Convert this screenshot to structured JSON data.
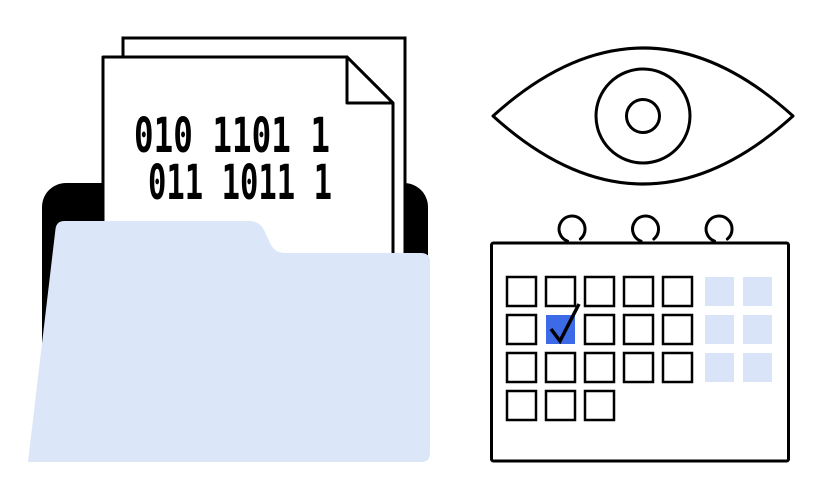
{
  "colors": {
    "outline": "#000000",
    "folder_back": "#000000",
    "folder_front": "#dbe6f9",
    "paper": "#ffffff",
    "calendar_highlight": "#3d6be8",
    "calendar_muted": "#d9e4f8"
  },
  "icons": [
    "folder-icon",
    "document-icon",
    "eye-icon",
    "calendar-icon",
    "checkmark-icon",
    "binder-ring-icon"
  ],
  "document": {
    "binary_lines": [
      "010 1101 1",
      "011 1011 1"
    ]
  },
  "calendar": {
    "grid": [
      [
        "normal",
        "normal",
        "normal",
        "normal",
        "normal",
        "muted",
        "muted"
      ],
      [
        "normal",
        "checked",
        "normal",
        "normal",
        "normal",
        "muted",
        "muted"
      ],
      [
        "normal",
        "normal",
        "normal",
        "normal",
        "normal",
        "muted",
        "muted"
      ],
      [
        "normal",
        "normal",
        "normal"
      ]
    ]
  }
}
